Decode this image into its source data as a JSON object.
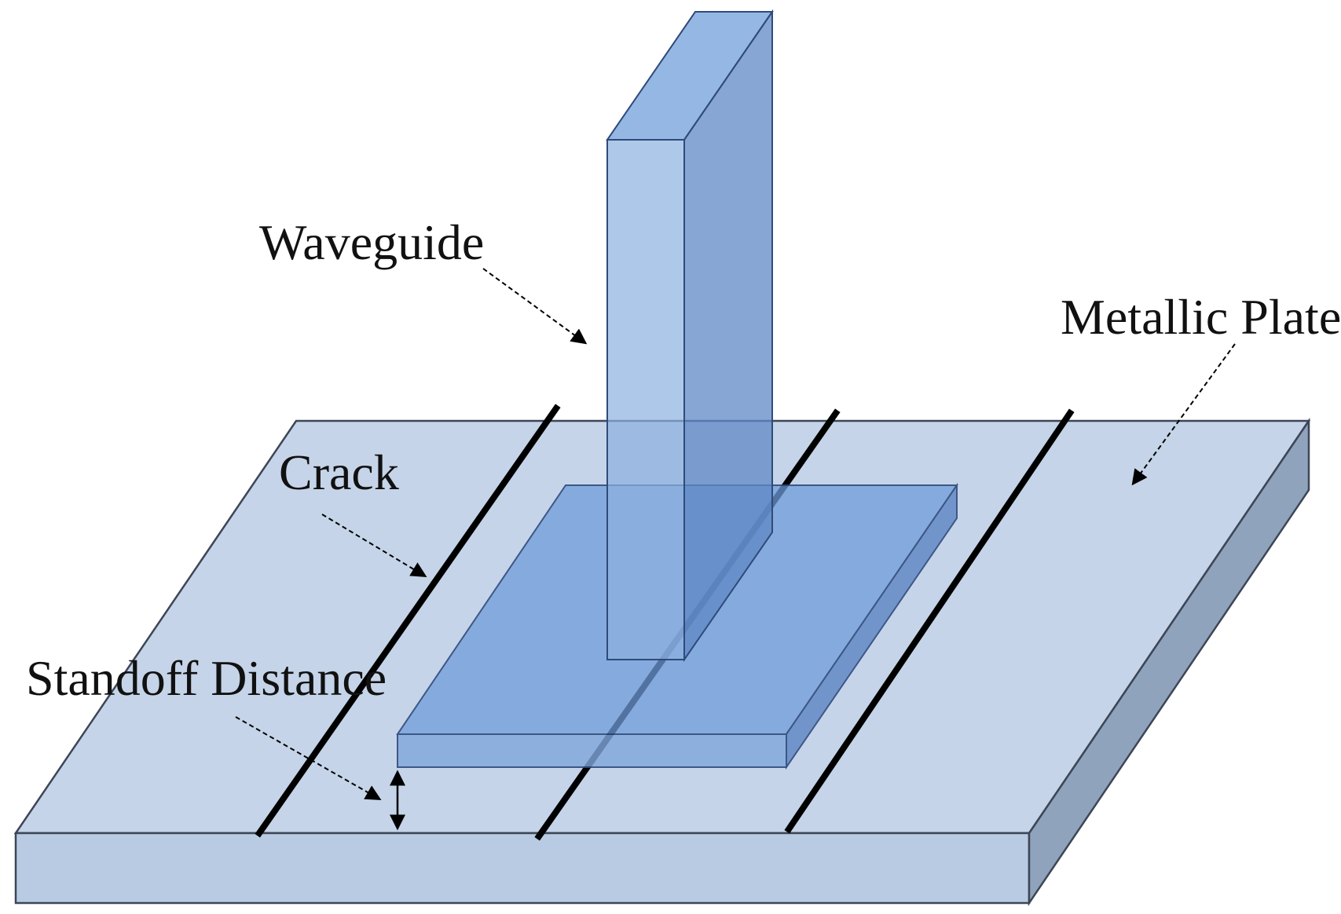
{
  "labels": {
    "waveguide": "Waveguide",
    "metallic_plate": "Metallic Plate",
    "crack": "Crack",
    "standoff_distance": "Standoff Distance"
  },
  "colors": {
    "plate_top": "#c5d4e8",
    "plate_front": "#b8cbe3",
    "plate_side": "#8fa3bc",
    "waveguide_front": "#a8c2e6",
    "waveguide_side": "#7a9ccb",
    "waveguide_top": "#8fb3e3",
    "flange_top": "#6f9cdb",
    "flange_front": "#7fa6dc",
    "flange_side": "#5e87c4",
    "crack_line": "#000000",
    "outline": "#3d4656"
  }
}
